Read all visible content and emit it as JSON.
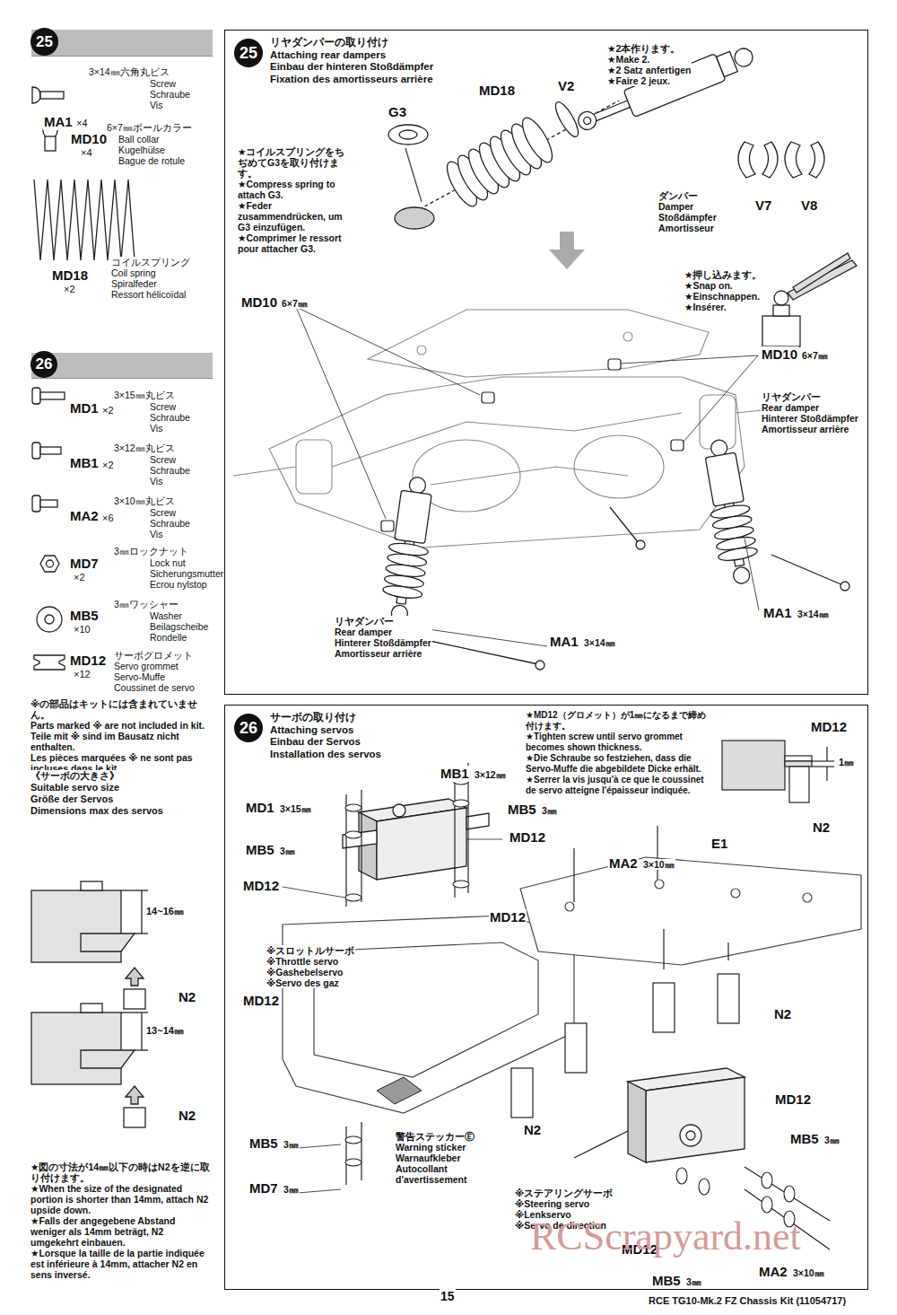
{
  "diagram": {
    "nodes": [
      {
        "text": [
          "25"
        ]
      },
      {
        "text": [
          "25",
          "リヤダンパーの取り付け",
          "Attaching rear dampers",
          "Einbau der hinteren Stoßdämpfer",
          "Fixation des amortisseurs arrière"
        ]
      },
      {
        "text": [
          "26"
        ]
      },
      {
        "text": [
          "26",
          "サーボの取り付け",
          "Attaching servos",
          "Einbau der Servos",
          "Installation des servos"
        ]
      }
    ],
    "labels": [
      "MA1",
      "×4",
      "3×14㎜六角丸ビス",
      "Screw",
      "Schraube",
      "Vis",
      "MD10",
      "×4",
      "6×7㎜ボールカラー",
      "Ball collar",
      "Kugelhülse",
      "Bague de rotule",
      "MD18",
      "×2",
      "コイルスプリング",
      "Coil spring",
      "Spiralfeder",
      "Ressort hélicoïdal",
      "MD1",
      "×2",
      "3×15㎜丸ビス",
      "Screw",
      "Schraube",
      "Vis",
      "MB1",
      "×2",
      "3×12㎜丸ビス",
      "Screw",
      "Schraube",
      "Vis",
      "MA2",
      "×6",
      "3×10㎜丸ビス",
      "Screw",
      "Schraube",
      "Vis",
      "MD7",
      "×2",
      "3㎜ロックナット",
      "Lock nut",
      "Sicherungsmutter",
      "Ecrou nylstop",
      "MB5",
      "×10",
      "3㎜ワッシャー",
      "Washer",
      "Beilagscheibe",
      "Rondelle",
      "MD12",
      "×12",
      "サーボグロメット",
      "Servo grommet",
      "Servo-Muffe",
      "Coussinet de servo",
      "※の部品はキットには含まれていません。",
      "Parts marked ※ are not included in kit.",
      "Teile mit ※ sind im Bausatz nicht enthalten.",
      "Les pièces marquées ※ ne sont pas incluses dans le kit.",
      "《サーボの大きさ》",
      "Suitable servo size",
      "Größe der Servos",
      "Dimensions max des servos",
      "14~16㎜",
      "N2",
      "13~14㎜",
      "N2",
      "★図の寸法が14㎜以下の時はN2を逆に取り付けます。",
      "★When the size of the designated portion is shorter than 14mm, attach N2 upside down.",
      "★Falls der angegebene Abstand weniger als 14mm beträgt, N2 umgekehrt einbauen.",
      "★Lorsque la taille de la partie indiquée est inférieure à 14mm, attacher N2 en sens inversé.",
      "G3",
      "MD18",
      "V2",
      "★2本作ります。",
      "★Make 2.",
      "★2 Satz anfertigen",
      "★Faire 2 jeux.",
      "★コイルスプリングをちぢめてG3を取り付けます。",
      "★Compress spring to attach G3.",
      "★Feder zusammendrücken, um G3 einzufügen.",
      "★Comprimer le ressort pour attacher G3.",
      "ダンパー",
      "Damper",
      "Stoßdämpfer",
      "Amortisseur",
      "V7",
      "V8",
      "★押し込みます。",
      "★Snap on.",
      "★Einschnappen.",
      "★Insérer.",
      "MD10",
      "6×7㎜",
      "MD10",
      "6×7㎜",
      "リヤダンパー",
      "Rear damper",
      "Hinterer Stoßdämpfer",
      "Amortisseur arrière",
      "MA1",
      "3×14㎜",
      "リヤダンパー",
      "Rear damper",
      "Hinterer Stoßdämpfer",
      "Amortisseur arrière",
      "MA1",
      "3×14㎜",
      "★MD12（グロメット）が1㎜になるまで締め付けます。",
      "★Tighten screw until servo grommet becomes shown thickness.",
      "★Die Schraube so festziehen, dass die Servo-Muffe die abgebildete Dicke erhält.",
      "★Serrer la vis jusqu'à ce que le coussinet de servo atteigne l'épaisseur indiquée.",
      "MD12",
      "1㎜",
      "N2",
      "MB1",
      "3×12㎜",
      "MD1",
      "3×15㎜",
      "MB5",
      "3㎜",
      "MD12",
      "MB5",
      "3㎜",
      "MD12",
      "MA2",
      "3×10㎜",
      "E1",
      "MD12",
      "※スロットルサーボ",
      "※Throttle servo",
      "※Gashebelservo",
      "※Servo des gaz",
      "MD12",
      "N2",
      "MD12",
      "MB5",
      "3㎜",
      "N2",
      "MB5",
      "3㎜",
      "警告ステッカーⒺ",
      "Warning sticker",
      "Warnaufkleber",
      "Autocollant d'avertissement",
      "MD7",
      "3㎜",
      "※ステアリングサーボ",
      "※Steering servo",
      "※Lenkservo",
      "※Servo de direction",
      "MD12",
      "MB5",
      "3㎜",
      "MA2",
      "3×10㎜",
      "RCScrapyard.net",
      "15",
      "RCE TG10-Mk.2 FZ Chassis Kit (11054717)"
    ]
  }
}
